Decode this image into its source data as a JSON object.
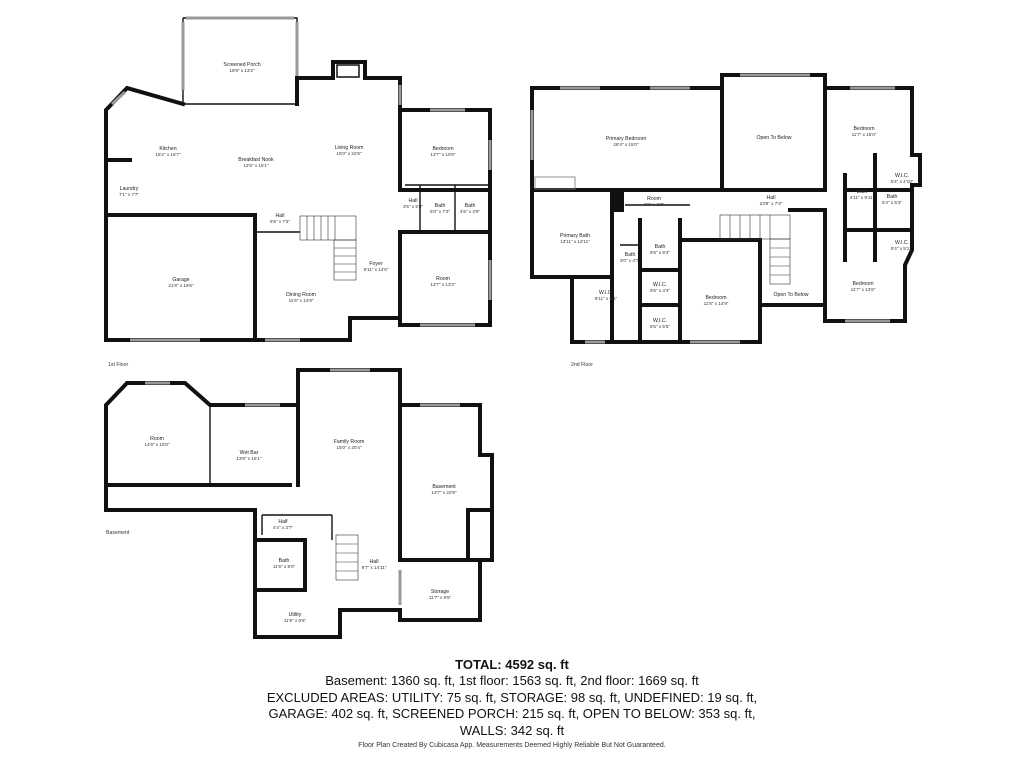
{
  "floors": {
    "first": {
      "label": "1st Floor",
      "rooms": [
        {
          "name": "Screened Porch",
          "dims": "16'9\" x 13'2\""
        },
        {
          "name": "Kitchen",
          "dims": "16'2\" x 16'7\""
        },
        {
          "name": "Breakfast Nook",
          "dims": "12'5\" x 15'1\""
        },
        {
          "name": "Living Room",
          "dims": "15'0\" x 22'6\""
        },
        {
          "name": "Bedroom",
          "dims": "13'7\" x 10'6\""
        },
        {
          "name": "Laundry",
          "dims": "7'1\" x 7'7\""
        },
        {
          "name": "Hall",
          "dims": "3'5\" x 5'0\""
        },
        {
          "name": "Bath",
          "dims": "5'0\" x 7'3\""
        },
        {
          "name": "Bath",
          "dims": "4'6\" x 4'9\""
        },
        {
          "name": "Hall",
          "dims": "5'5\" x 7'5\""
        },
        {
          "name": "Garage",
          "dims": "21'8\" x 18'6\""
        },
        {
          "name": "Foyer",
          "dims": "9'11\" x 14'6\""
        },
        {
          "name": "Room",
          "dims": "13'7\" x 13'2\""
        },
        {
          "name": "Dining Room",
          "dims": "11'6\" x 14'9\""
        }
      ]
    },
    "second": {
      "label": "2nd Floor",
      "rooms": [
        {
          "name": "Primary Bedroom",
          "dims": "28'4\" x 15'0\""
        },
        {
          "name": "Open To Below",
          "dims": ""
        },
        {
          "name": "Bedroom",
          "dims": "11'7\" x 15'0\""
        },
        {
          "name": "W.I.C.",
          "dims": "5'4\" x 4'10\""
        },
        {
          "name": "Bath",
          "dims": "4'11\" x 9'11\""
        },
        {
          "name": "Bath",
          "dims": "5'4\" x 5'3\""
        },
        {
          "name": "Room",
          "dims": "9'0\" x 3'3\""
        },
        {
          "name": "Hall",
          "dims": "23'8\" x 7'3\""
        },
        {
          "name": "Primary Bath",
          "dims": "13'11\" x 12'11\""
        },
        {
          "name": "Bath",
          "dims": "5'5\" x 8'4\""
        },
        {
          "name": "W.I.C.",
          "dims": "5'4\" x 5'11\""
        },
        {
          "name": "Bath",
          "dims": "3'0\" x 4'7\""
        },
        {
          "name": "W.I.C.",
          "dims": "5'5\" x 4'4\""
        },
        {
          "name": "Open To Below",
          "dims": ""
        },
        {
          "name": "Bedroom",
          "dims": "11'7\" x 13'6\""
        },
        {
          "name": "W.I.C.",
          "dims": "9'11\" x 9'1\""
        },
        {
          "name": "Bedroom",
          "dims": "11'8\" x 14'9\""
        },
        {
          "name": "W.I.C.",
          "dims": "5'5\" x 5'5\""
        }
      ]
    },
    "basement": {
      "label": "Basement",
      "rooms": [
        {
          "name": "Room",
          "dims": "14'9\" x 15'0\""
        },
        {
          "name": "Wet Bar",
          "dims": "13'8\" x 15'1\""
        },
        {
          "name": "Family Room",
          "dims": "15'0\" x 20'4\""
        },
        {
          "name": "Basement",
          "dims": "13'7\" x 22'9\""
        },
        {
          "name": "Half",
          "dims": "4'4\" x 3'7\""
        },
        {
          "name": "Bath",
          "dims": "11'6\" x 8'0\""
        },
        {
          "name": "Hall",
          "dims": "9'7\" x 14'11\""
        },
        {
          "name": "Storage",
          "dims": "11'7\" x 8'5\""
        },
        {
          "name": "Utility",
          "dims": "11'6\" x 6'6\""
        }
      ]
    }
  },
  "summary": {
    "total": "TOTAL: 4592 sq. ft",
    "line1": "Basement: 1360 sq. ft, 1st floor: 1563 sq. ft, 2nd floor: 1669 sq. ft",
    "line2": "EXCLUDED AREAS: UTILITY: 75 sq. ft, STORAGE: 98 sq. ft, UNDEFINED: 19 sq. ft,",
    "line3": "GARAGE: 402 sq. ft, SCREENED PORCH: 215 sq. ft, OPEN TO BELOW: 353 sq. ft,",
    "line4": "WALLS: 342 sq. ft"
  },
  "footer": "Floor Plan Created By Cubicasa App. Measurements Deemed Highly Reliable But Not Guaranteed."
}
